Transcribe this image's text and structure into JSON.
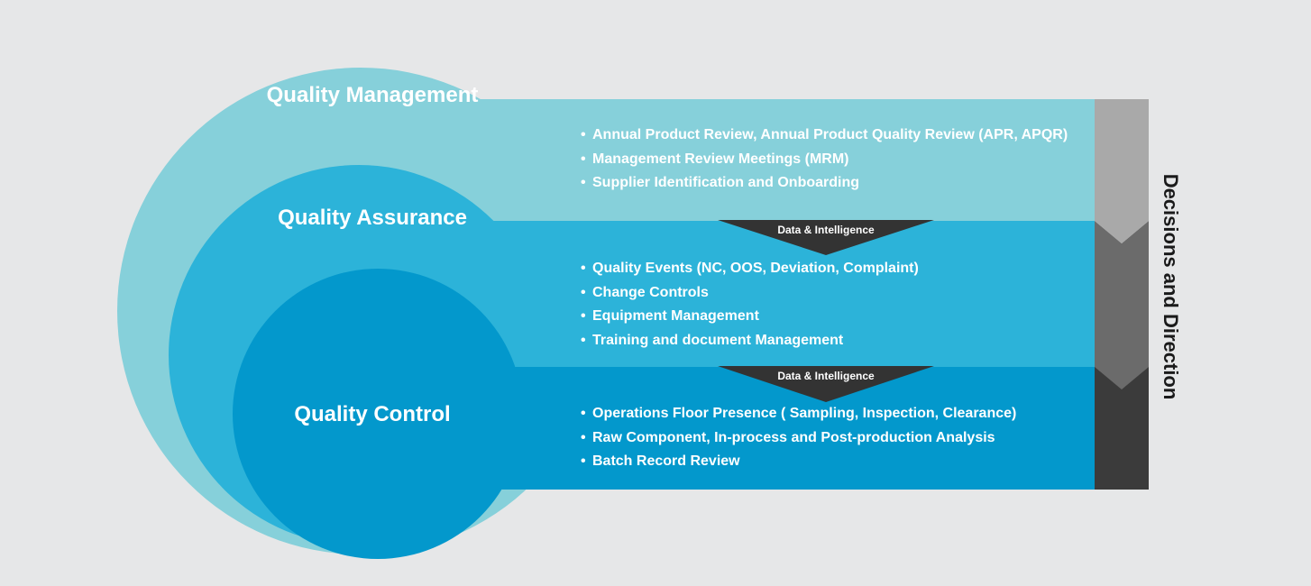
{
  "tiers": [
    {
      "title": "Quality Management",
      "color": "#86d0da",
      "items": [
        "Annual Product Review, Annual Product Quality Review (APR, APQR)",
        "Management Review Meetings (MRM)",
        "Supplier Identification and Onboarding"
      ]
    },
    {
      "title": "Quality Assurance",
      "color": "#2cb3d9",
      "items": [
        "Quality Events (NC, OOS, Deviation, Complaint)",
        "Change Controls",
        "Equipment Management",
        "Training and document Management"
      ]
    },
    {
      "title": "Quality Control",
      "color": "#0398cc",
      "items": [
        "Operations Floor Presence ( Sampling, Inspection, Clearance)",
        "Raw Component, In-process and Post-production Analysis",
        "Batch Record Review"
      ]
    }
  ],
  "connectors": [
    {
      "label": "Data & Intelligence"
    },
    {
      "label": "Data & Intelligence"
    }
  ],
  "side_label": "Decisions and Direction",
  "colors": {
    "background": "#e6e7e8",
    "connector": "#333333",
    "arrow_top": "#a9a9a9",
    "arrow_middle": "#6b6b6b",
    "arrow_bottom": "#3b3b3b"
  }
}
